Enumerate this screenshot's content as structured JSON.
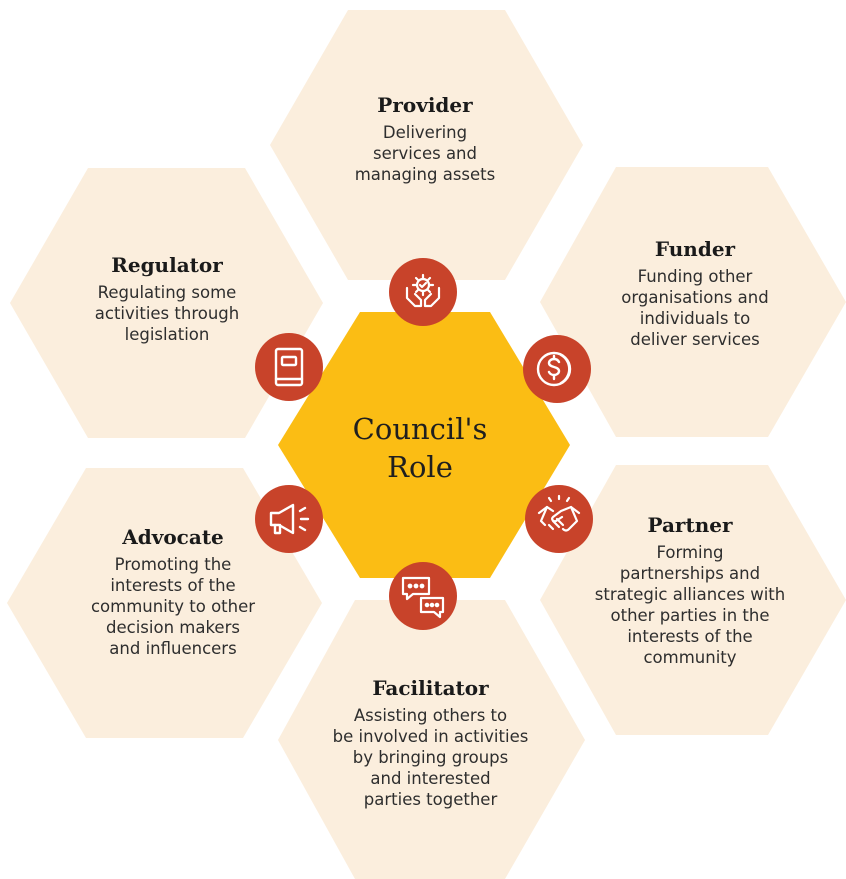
{
  "center": {
    "title_line1": "Council's",
    "title_line2": "Role"
  },
  "roles": [
    {
      "key": "provider",
      "title": "Provider",
      "desc": [
        "Delivering",
        "services and",
        "managing assets"
      ],
      "icon": "hands-gear-icon"
    },
    {
      "key": "funder",
      "title": "Funder",
      "desc": [
        "Funding other",
        "organisations and",
        "individuals to",
        "deliver services"
      ],
      "icon": "dollar-coin-icon"
    },
    {
      "key": "partner",
      "title": "Partner",
      "desc": [
        "Forming",
        "partnerships and",
        "strategic alliances with",
        "other parties in the",
        "interests of the",
        "community"
      ],
      "icon": "handshake-icon"
    },
    {
      "key": "facilitator",
      "title": "Facilitator",
      "desc": [
        "Assisting others to",
        "be involved in activities",
        "by bringing groups",
        "and interested",
        "parties together"
      ],
      "icon": "chat-bubbles-icon"
    },
    {
      "key": "advocate",
      "title": "Advocate",
      "desc": [
        "Promoting the",
        "interests of the",
        "community to other",
        "decision makers",
        "and influencers"
      ],
      "icon": "megaphone-icon"
    },
    {
      "key": "regulator",
      "title": "Regulator",
      "desc": [
        "Regulating some",
        "activities through",
        "legislation"
      ],
      "icon": "book-icon"
    }
  ],
  "colors": {
    "outer_hexagon": "#fbeedd",
    "center_hexagon": "#fbbd14",
    "icon_circle": "#c8432a",
    "icon_stroke": "#ffffff"
  }
}
